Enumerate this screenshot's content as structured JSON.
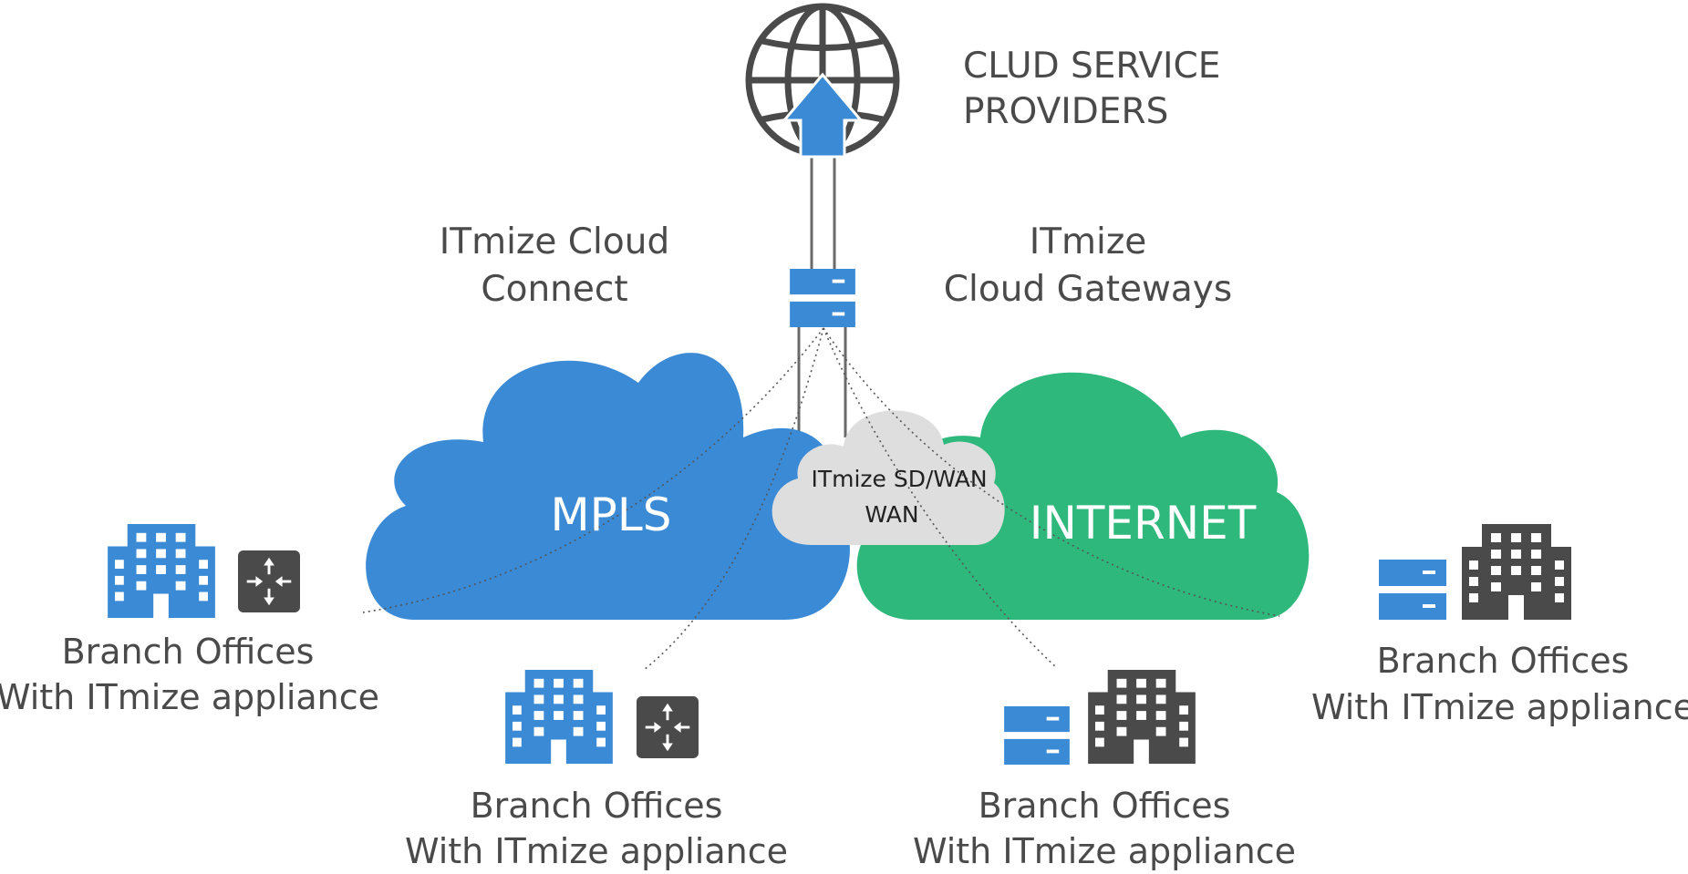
{
  "title_line1": "CLUD SERVICE",
  "title_line2": "PROVIDERS",
  "cloud_connect": {
    "line1": "ITmize Cloud",
    "line2": "Connect"
  },
  "cloud_gateways": {
    "line1": "ITmize",
    "line2": "Cloud Gateways"
  },
  "clouds": {
    "mpls": "MPLS",
    "internet": "INTERNET",
    "sdwan_line1": "ITmize SD/WAN",
    "sdwan_line2": "WAN"
  },
  "branches": [
    {
      "line1": "Branch Offices",
      "line2": "With ITmize appliance"
    },
    {
      "line1": "Branch Offices",
      "line2": "With ITmize appliance"
    },
    {
      "line1": "Branch Offices",
      "line2": "With ITmize appliance"
    },
    {
      "line1": "Branch Offices",
      "line2": "With ITmize appliance"
    }
  ],
  "colors": {
    "blue": "#3a8ad6",
    "green": "#2fb87c",
    "gray": "#dedede",
    "dark": "#4a4a4a"
  },
  "icons": [
    "globe-icon",
    "upload-arrow-icon",
    "gateway-server-icon",
    "building-icon",
    "router-icon",
    "server-icon"
  ]
}
